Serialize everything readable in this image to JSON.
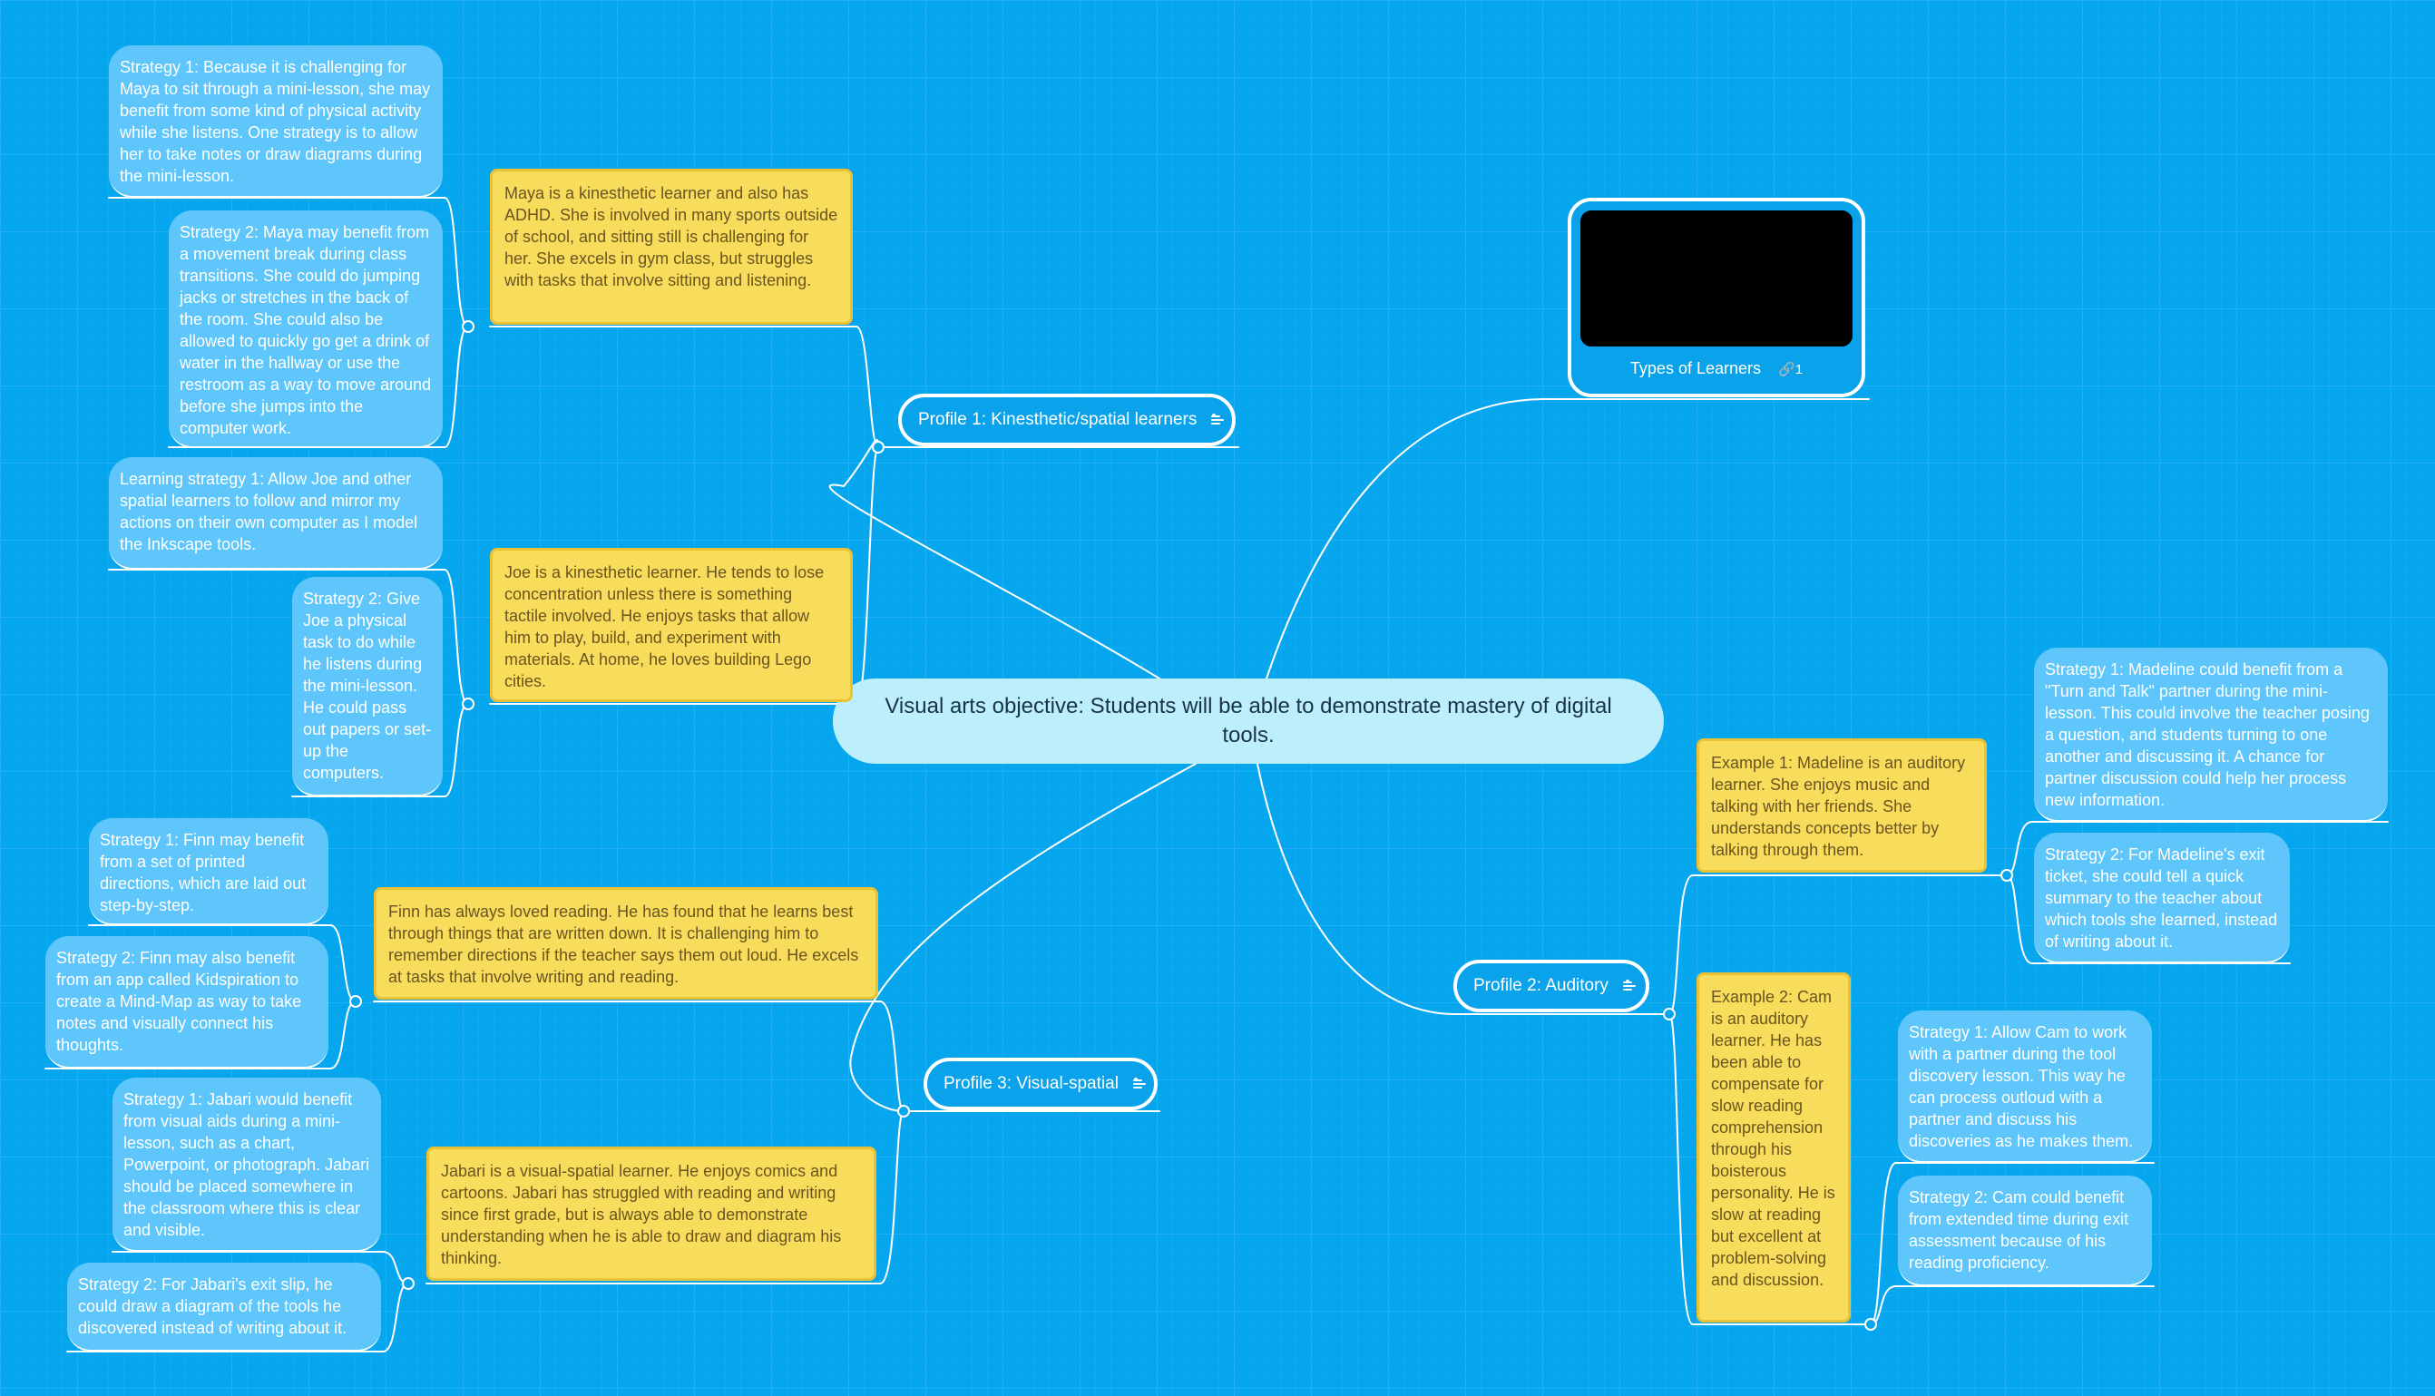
{
  "central_topic": "Visual arts objective: Students will be able to demonstrate mastery of digital tools.",
  "image_topic": {
    "label": "Types of Learners",
    "link_icon": "link-icon",
    "link_count": "1"
  },
  "profiles": {
    "p1": "Profile 1: Kinesthetic/spatial learners",
    "p2": "Profile 2: Auditory",
    "p3": "Profile 3: Visual-spatial"
  },
  "notes": {
    "maya": "Maya is a kinesthetic learner and also has ADHD. She is involved in many sports outside of school, and sitting still is challenging for her. She excels in gym class, but struggles with tasks that involve sitting and listening.",
    "joe": "Joe is a kinesthetic learner. He tends to lose concentration unless there is something tactile involved. He enjoys tasks that allow him to play, build, and experiment with materials. At home, he loves building Lego cities.",
    "finn": "Finn has always loved reading. He has found that he learns best through things that are written down. It is challenging him to remember directions if the teacher says them out loud. He excels at tasks that involve writing and reading.",
    "jabari": "Jabari is a visual-spatial learner. He enjoys comics and cartoons. Jabari has struggled with reading and writing since first grade, but is always able to demonstrate understanding when he is able to draw and diagram his thinking.",
    "madeline": "Example 1: Madeline is an auditory learner. She enjoys music and talking with her friends. She understands concepts better by talking through them.",
    "cam": "Example 2: Cam is an auditory learner. He has been able to compensate for slow reading comprehension through his boisterous personality. He is slow at reading but excellent at problem-solving and discussion."
  },
  "strategies": {
    "maya_1": "Strategy 1: Because it is challenging for Maya to sit through a mini-lesson, she may benefit from some kind of physical activity while she listens. One strategy is to allow her to take notes or draw diagrams during the mini-lesson.",
    "maya_2": "Strategy 2: Maya may benefit from a movement break during class transitions. She could do jumping jacks or stretches in the back of the room. She could also be allowed to quickly go get a drink of water in the hallway or use the restroom as a way to move around before she jumps into the computer work.",
    "joe_1": "Learning strategy 1: Allow Joe and other spatial learners to follow and mirror my actions on their own computer as I model the Inkscape tools.",
    "joe_2": "Strategy 2: Give Joe a physical task to do while he listens during the mini-lesson. He could pass out papers or set-up the computers.",
    "finn_1": "Strategy 1: Finn may benefit from a set of printed directions, which are laid out step-by-step.",
    "finn_2": "Strategy 2: Finn may also benefit from an app called Kidspiration to create a Mind-Map as way to take notes and visually connect his thoughts.",
    "jabari_1": "Strategy 1: Jabari would benefit from visual aids during a mini-lesson, such as a chart, Powerpoint, or photograph. Jabari should be placed somewhere in the classroom where this is clear and visible.",
    "jabari_2": "Strategy 2: For Jabari's exit slip, he could draw a diagram of the tools he discovered instead of writing about it.",
    "madeline_1": "Strategy 1: Madeline could benefit from a \"Turn and Talk\" partner during the mini-lesson. This could involve the teacher posing a question, and students turning to one another and discussing it. A chance for partner discussion could help her process new information.",
    "madeline_2": "Strategy 2: For Madeline's exit ticket, she could tell a quick summary to the teacher about which tools she learned, instead of writing about it.",
    "cam_1": "Strategy 1: Allow Cam to work with a partner during the tool discovery lesson. This way he can process outloud with a partner and discuss his discoveries as he makes them.",
    "cam_2": "Strategy 2: Cam could benefit from extended time during exit assessment because of his reading proficiency."
  },
  "icons": {
    "notes": "notes-icon",
    "link": "link-icon"
  },
  "colors": {
    "background": "#06a6ef",
    "central_fill": "#bdeefc",
    "note_fill": "#f8dc5c",
    "strategy_fill": "#5ec6fa",
    "profile_fill": "#0aa2ea",
    "line": "#ffffff"
  }
}
